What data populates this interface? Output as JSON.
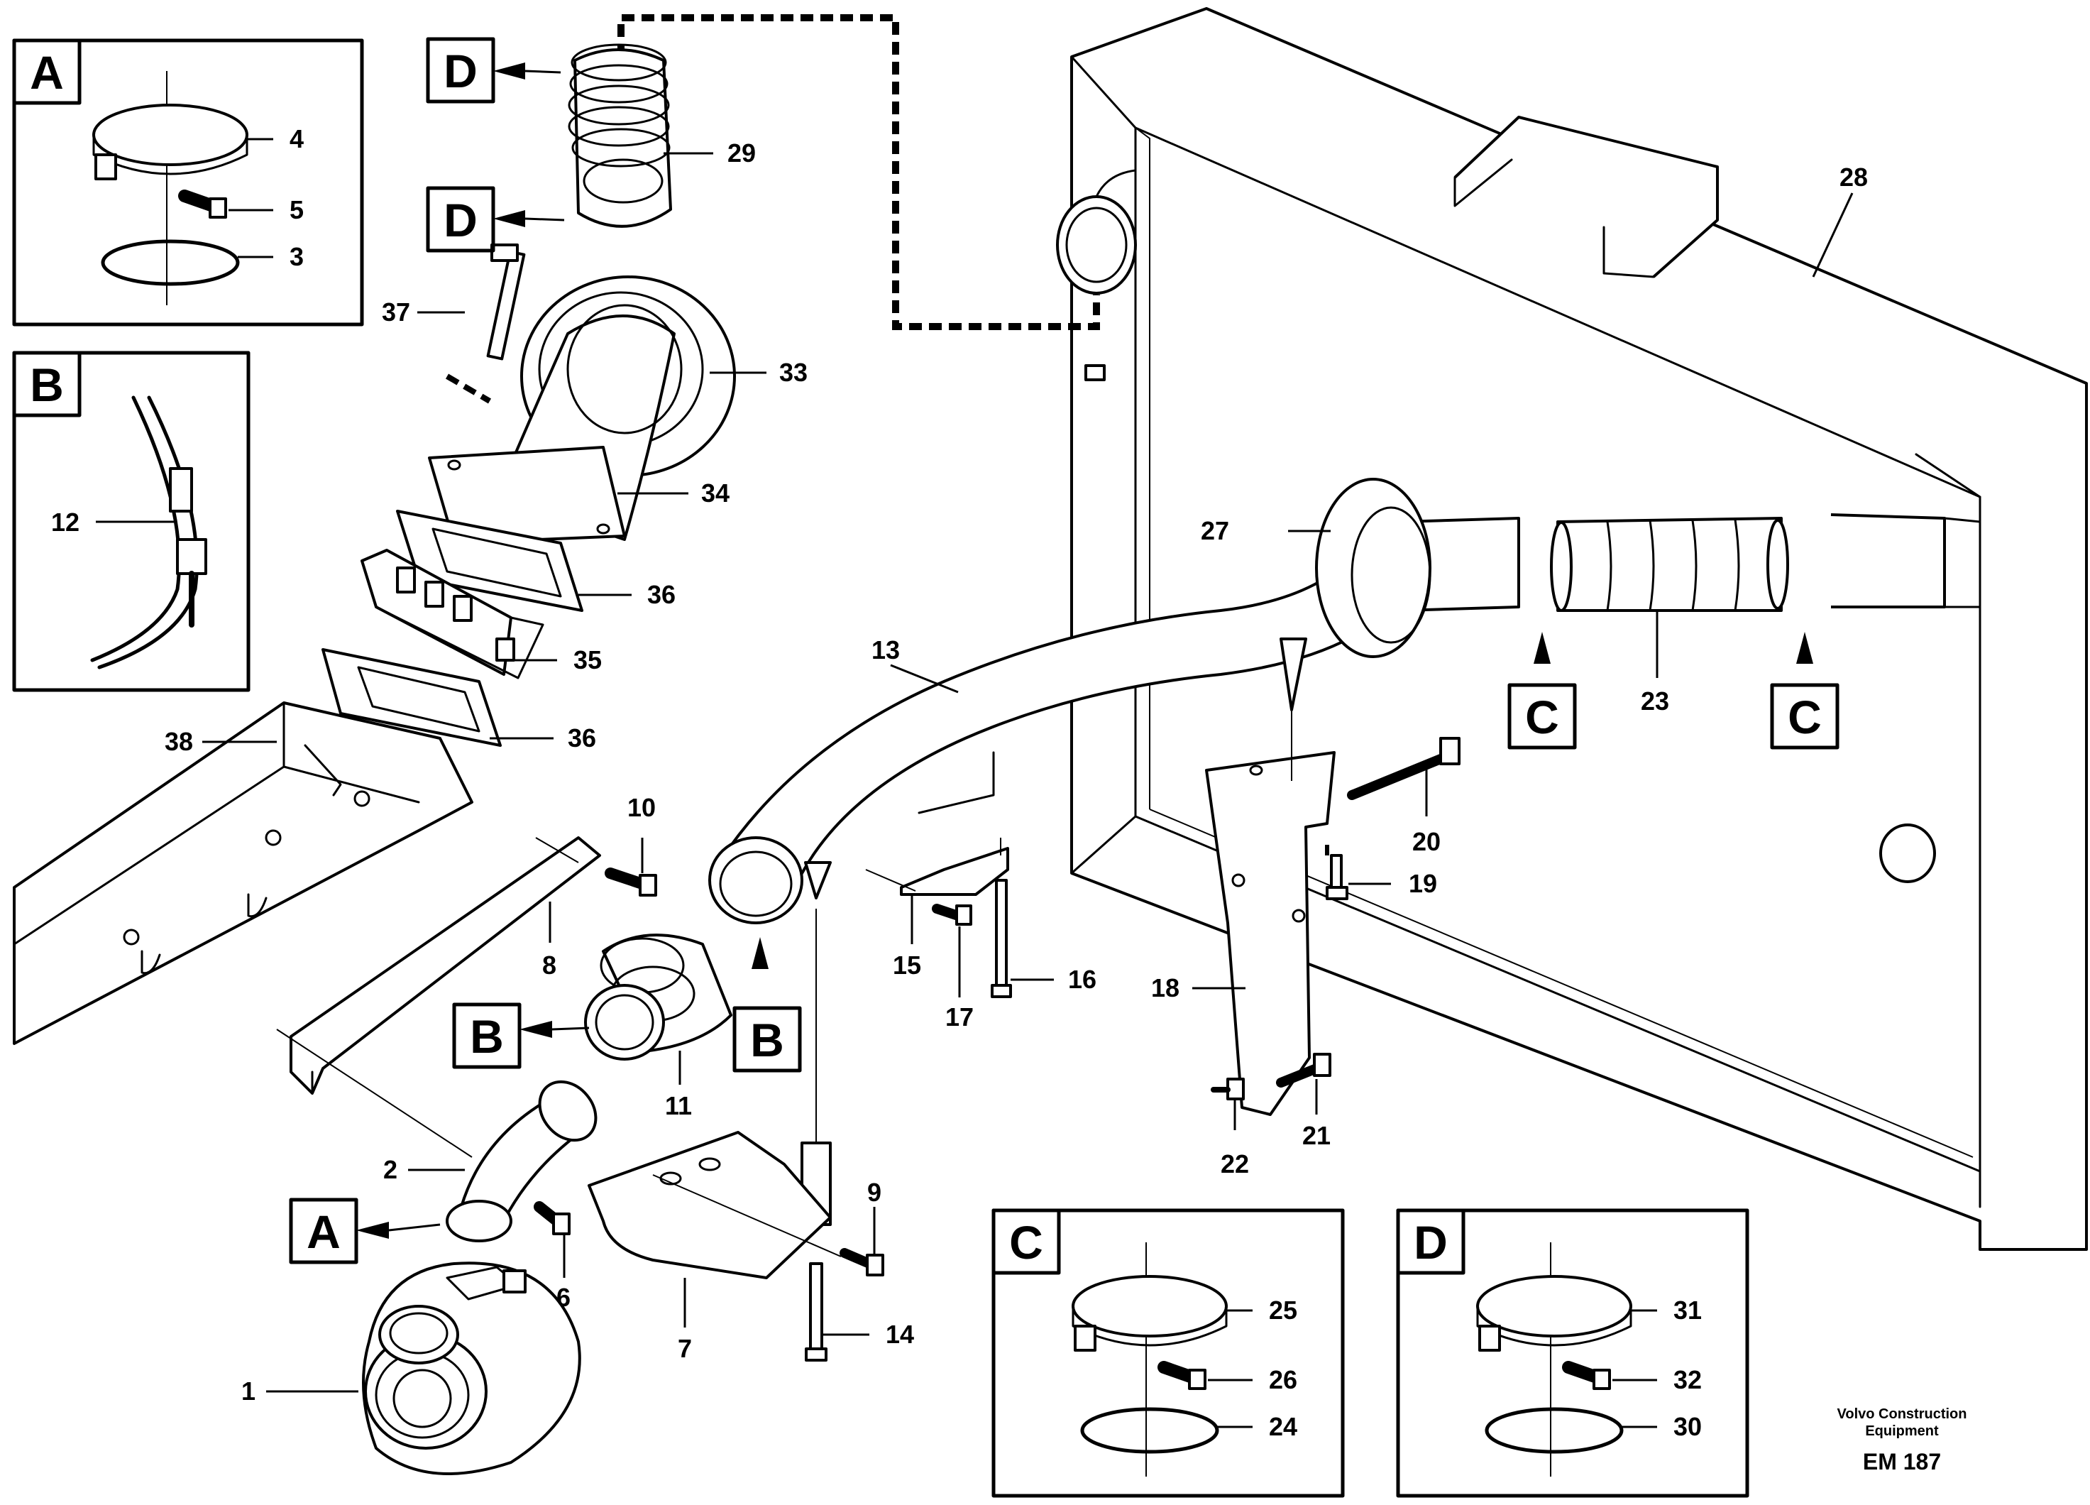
{
  "callouts": {
    "a1": "A",
    "a2": "A",
    "b1": "B",
    "b2": "B",
    "b3": "B",
    "c1": "C",
    "c2": "C",
    "c3": "C",
    "d1": "D",
    "d2": "D",
    "d3": "D"
  },
  "parts": {
    "p1": "1",
    "p2": "2",
    "p3": "3",
    "p4": "4",
    "p5": "5",
    "p6": "6",
    "p7": "7",
    "p8": "8",
    "p9": "9",
    "p10": "10",
    "p11": "11",
    "p12": "12",
    "p13": "13",
    "p14": "14",
    "p15": "15",
    "p16": "16",
    "p17": "17",
    "p18": "18",
    "p19": "19",
    "p20": "20",
    "p21": "21",
    "p22": "22",
    "p23": "23",
    "p24": "24",
    "p25": "25",
    "p26": "26",
    "p27": "27",
    "p28": "28",
    "p29": "29",
    "p30": "30",
    "p31": "31",
    "p32": "32",
    "p33": "33",
    "p34": "34",
    "p35": "35",
    "p36a": "36",
    "p36b": "36",
    "p37": "37",
    "p38": "38"
  },
  "credit": {
    "line1": "Volvo Construction",
    "line2": "Equipment"
  },
  "figure_code": "EM 187"
}
